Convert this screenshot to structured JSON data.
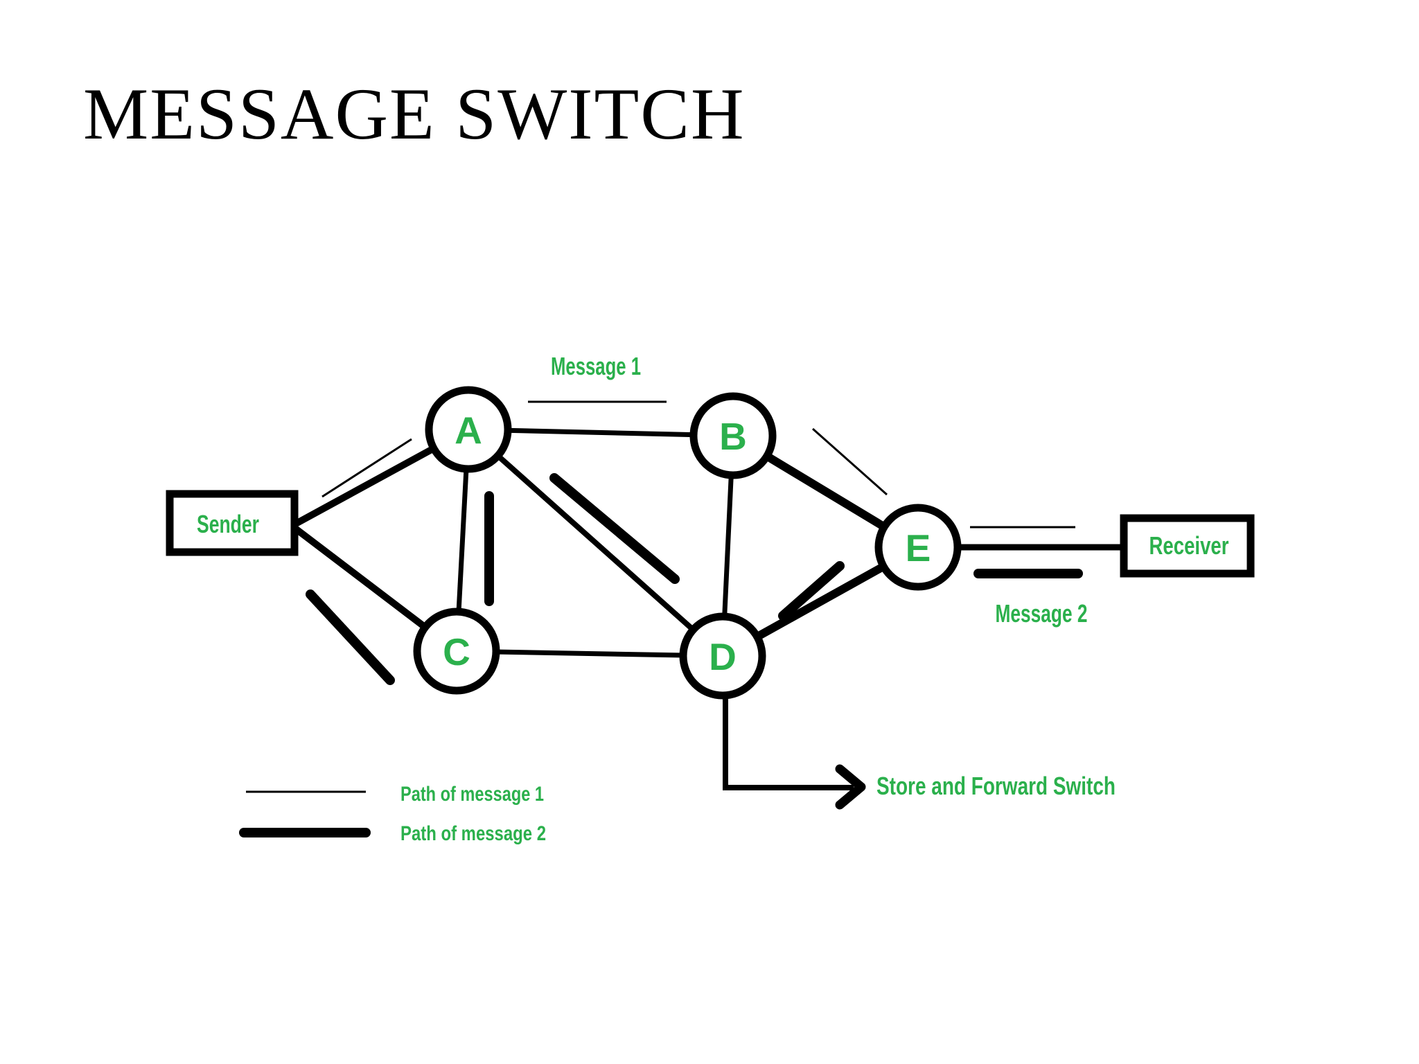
{
  "title": "MESSAGE SWITCH",
  "colors": {
    "accent_green": "#2bb04c",
    "line_black": "#000000",
    "background": "#ffffff"
  },
  "nodes": {
    "a": "A",
    "b": "B",
    "c": "C",
    "d": "D",
    "e": "E"
  },
  "endpoints": {
    "sender": "Sender",
    "receiver": "Receiver"
  },
  "annotations": {
    "message1": "Message 1",
    "message2": "Message 2",
    "store_forward": "Store and Forward Switch"
  },
  "legend": {
    "path1": "Path of message 1",
    "path2": "Path of message 2"
  },
  "topology": {
    "edges": [
      "Sender-A",
      "Sender-C",
      "A-B",
      "A-C",
      "A-D",
      "B-D",
      "B-E",
      "C-D",
      "D-E",
      "E-Receiver",
      "D-StoreAndForwardArrow"
    ],
    "message1_path": [
      "Sender",
      "A",
      "B",
      "E",
      "Receiver"
    ],
    "message2_path": [
      "Sender",
      "C",
      "A",
      "D",
      "E",
      "Receiver"
    ],
    "store_and_forward_node": "D"
  }
}
